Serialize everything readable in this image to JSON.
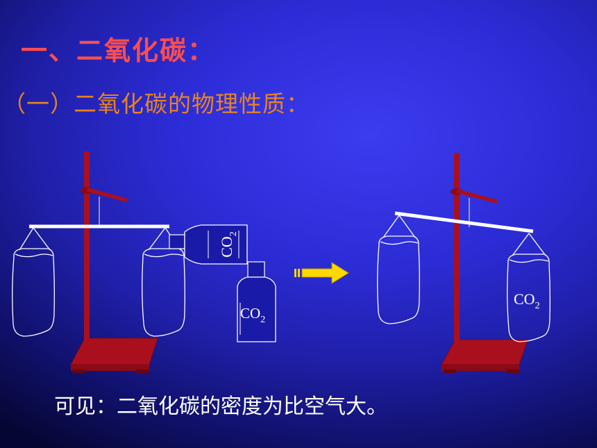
{
  "heading": "一、二氧化碳：",
  "subheading": "（一）二氧化碳的物理性质：",
  "conclusion": "可见：二氧化碳的密度为比空气大。",
  "labels": {
    "co2_main": "CO",
    "co2_sub": "2"
  },
  "colors": {
    "background": "#2c2cd6",
    "heading": "#ff4d4d",
    "subheading": "#e8831e",
    "stand": "#aa0f1e",
    "bottle": "#1a1aa8",
    "arrow": "#ffd800"
  },
  "diagram": {
    "before": "balanced",
    "after": "right-side-lower"
  }
}
